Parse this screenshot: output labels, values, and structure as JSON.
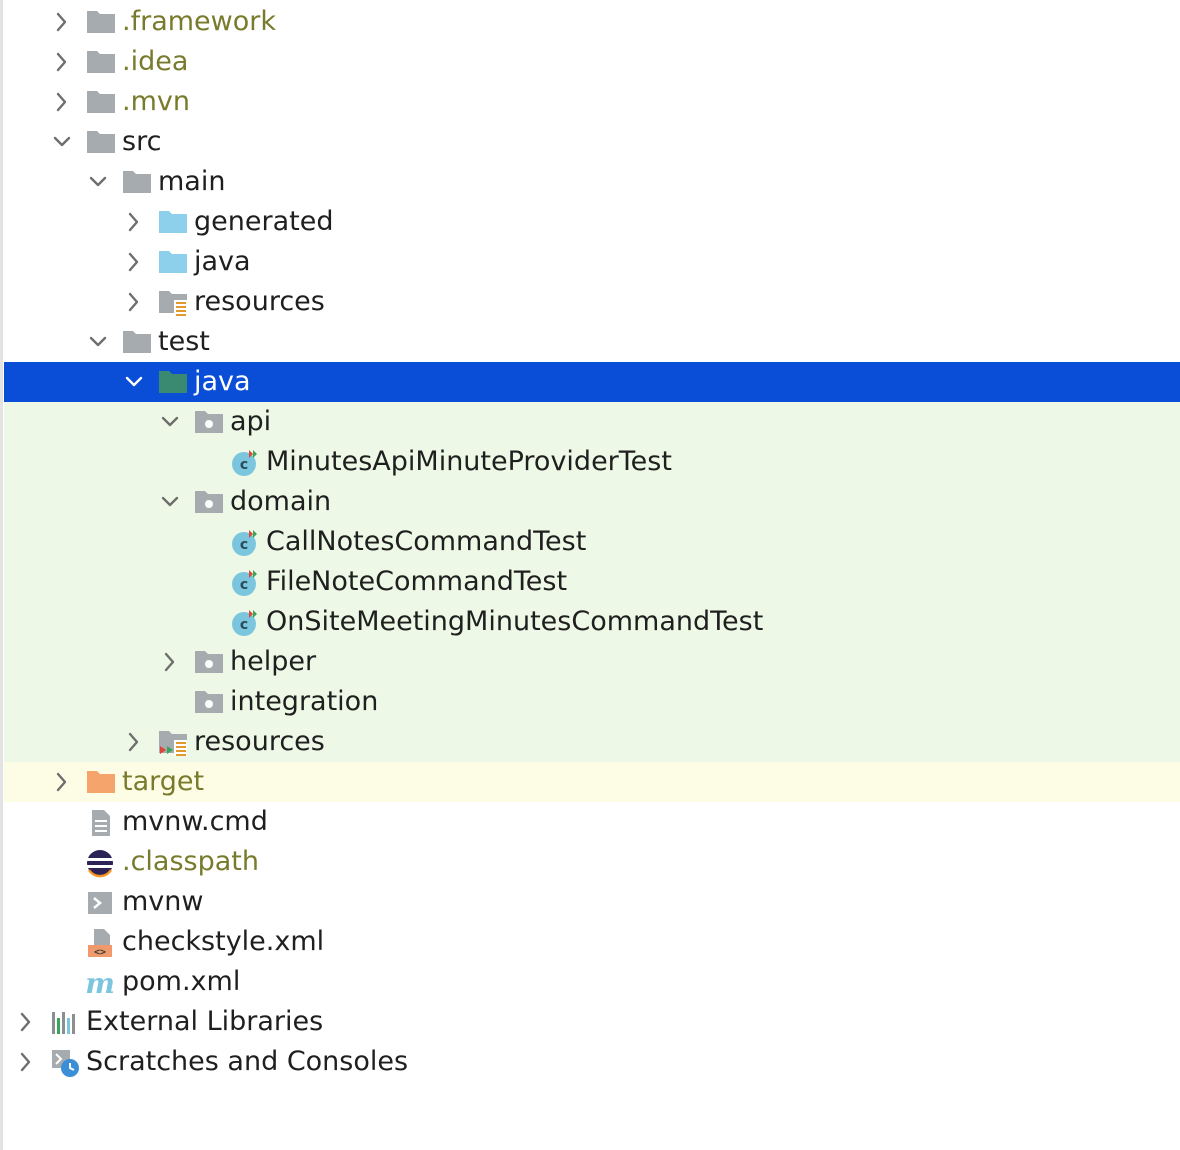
{
  "tree": [
    {
      "label": ".framework",
      "depth": 1,
      "chevron": "right",
      "icon": "folder-gray",
      "color": "olive"
    },
    {
      "label": ".idea",
      "depth": 1,
      "chevron": "right",
      "icon": "folder-gray",
      "color": "olive"
    },
    {
      "label": ".mvn",
      "depth": 1,
      "chevron": "right",
      "icon": "folder-gray",
      "color": "olive"
    },
    {
      "label": "src",
      "depth": 1,
      "chevron": "down",
      "icon": "folder-gray"
    },
    {
      "label": "main",
      "depth": 2,
      "chevron": "down",
      "icon": "folder-gray"
    },
    {
      "label": "generated",
      "depth": 3,
      "chevron": "right",
      "icon": "folder-blue"
    },
    {
      "label": "java",
      "depth": 3,
      "chevron": "right",
      "icon": "folder-blue"
    },
    {
      "label": "resources",
      "depth": 3,
      "chevron": "right",
      "icon": "resources-folder"
    },
    {
      "label": "test",
      "depth": 2,
      "chevron": "down",
      "icon": "folder-gray"
    },
    {
      "label": "java",
      "depth": 3,
      "chevron": "down",
      "icon": "folder-green",
      "selected": true
    },
    {
      "label": "api",
      "depth": 4,
      "chevron": "down",
      "icon": "package",
      "bg": "green"
    },
    {
      "label": "MinutesApiMinuteProviderTest",
      "depth": 5,
      "chevron": "none",
      "icon": "test-class",
      "bg": "green"
    },
    {
      "label": "domain",
      "depth": 4,
      "chevron": "down",
      "icon": "package",
      "bg": "green"
    },
    {
      "label": "CallNotesCommandTest",
      "depth": 5,
      "chevron": "none",
      "icon": "test-class",
      "bg": "green"
    },
    {
      "label": "FileNoteCommandTest",
      "depth": 5,
      "chevron": "none",
      "icon": "test-class",
      "bg": "green"
    },
    {
      "label": "OnSiteMeetingMinutesCommandTest",
      "depth": 5,
      "chevron": "none",
      "icon": "test-class",
      "bg": "green"
    },
    {
      "label": "helper",
      "depth": 4,
      "chevron": "right",
      "icon": "package",
      "bg": "green"
    },
    {
      "label": "integration",
      "depth": 4,
      "chevron": "none",
      "icon": "package",
      "bg": "green"
    },
    {
      "label": "resources",
      "depth": 3,
      "chevron": "right",
      "icon": "test-resources-folder",
      "bg": "green"
    },
    {
      "label": "target",
      "depth": 1,
      "chevron": "right",
      "icon": "folder-orange",
      "color": "olive",
      "bg": "yellow"
    },
    {
      "label": "mvnw.cmd",
      "depth": 1,
      "chevron": "none",
      "icon": "text-file"
    },
    {
      "label": ".classpath",
      "depth": 1,
      "chevron": "none",
      "icon": "eclipse-icon",
      "color": "olive"
    },
    {
      "label": "mvnw",
      "depth": 1,
      "chevron": "none",
      "icon": "shell-script"
    },
    {
      "label": "checkstyle.xml",
      "depth": 1,
      "chevron": "none",
      "icon": "xml-file"
    },
    {
      "label": "pom.xml",
      "depth": 1,
      "chevron": "none",
      "icon": "maven-icon"
    },
    {
      "label": "External Libraries",
      "depth": 0,
      "chevron": "right",
      "icon": "libraries-icon"
    },
    {
      "label": "Scratches and Consoles",
      "depth": 0,
      "chevron": "right",
      "icon": "scratches-icon"
    }
  ],
  "colors": {
    "selected_bg": "#0a4ed8",
    "test_bg": "#eef8e6",
    "excluded_bg": "#fdfde6",
    "olive_text": "#787b2c",
    "folder_gray": "#a6abb0",
    "folder_blue": "#8cd0ec",
    "folder_green": "#3a8a72",
    "folder_orange": "#f5a46c"
  }
}
